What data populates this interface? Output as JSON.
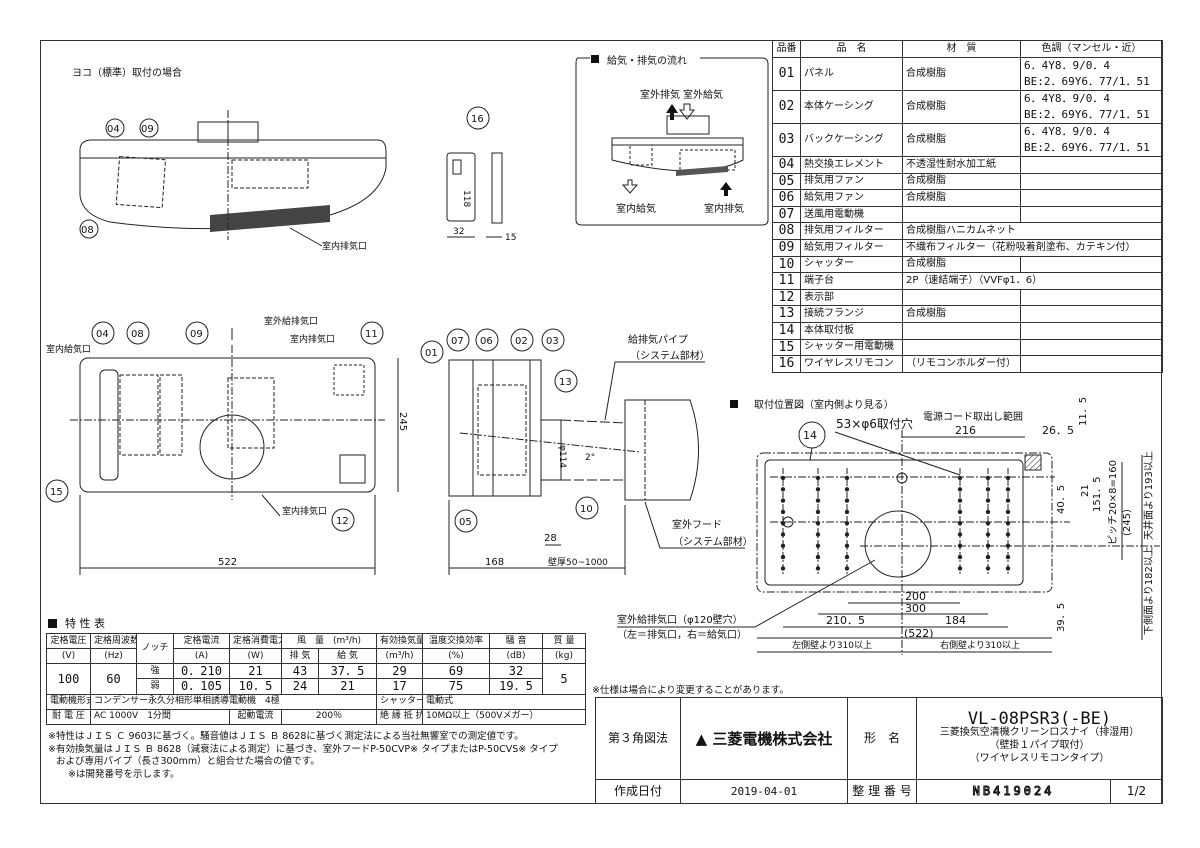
{
  "parts_table": {
    "headers": [
      "品番",
      "品　名",
      "材　質",
      "色調（マンセル・近）"
    ],
    "rows": [
      {
        "no": "01",
        "name": "パネル",
        "material": "合成樹脂",
        "color": [
          "6．4Y8．9/0．4",
          "BE:2．69Y6．77/1．51"
        ]
      },
      {
        "no": "02",
        "name": "本体ケーシング",
        "material": "合成樹脂",
        "color": [
          "6．4Y8．9/0．4",
          "BE:2．69Y6．77/1．51"
        ]
      },
      {
        "no": "03",
        "name": "バックケーシング",
        "material": "合成樹脂",
        "color": [
          "6．4Y8．9/0．4",
          "BE:2．69Y6．77/1．51"
        ]
      },
      {
        "no": "04",
        "name": "熱交換エレメント",
        "material": "不透湿性耐水加工紙",
        "color": []
      },
      {
        "no": "05",
        "name": "排気用ファン",
        "material": "合成樹脂",
        "color": []
      },
      {
        "no": "06",
        "name": "給気用ファン",
        "material": "合成樹脂",
        "color": []
      },
      {
        "no": "07",
        "name": "送風用電動機",
        "material": "",
        "color": []
      },
      {
        "no": "08",
        "name": "排気用フィルター",
        "material": "合成樹脂ハニカムネット",
        "span": true,
        "color": []
      },
      {
        "no": "09",
        "name": "給気用フィルター",
        "material": "不織布フィルター（花粉吸着剤塗布、カテキン付）",
        "span": true,
        "color": []
      },
      {
        "no": "10",
        "name": "シャッター",
        "material": "合成樹脂",
        "color": []
      },
      {
        "no": "11",
        "name": "端子台",
        "material": "2P（速結端子）（VVFφ1．6）",
        "span": true,
        "color": []
      },
      {
        "no": "12",
        "name": "表示部",
        "material": "",
        "color": []
      },
      {
        "no": "13",
        "name": "接続フランジ",
        "material": "合成樹脂",
        "color": []
      },
      {
        "no": "14",
        "name": "本体取付板",
        "material": "",
        "color": []
      },
      {
        "no": "15",
        "name": "シャッター用電動機",
        "material": "",
        "color": []
      },
      {
        "no": "16",
        "name": "ワイヤレスリモコン",
        "material": "（リモコンホルダー付）",
        "color": []
      }
    ]
  },
  "spec": {
    "title": "特 性 表",
    "headers": {
      "voltage": [
        "定格電圧",
        "(V)"
      ],
      "freq": [
        "定格周波数",
        "(Hz)"
      ],
      "notch": "ノッチ",
      "current": [
        "定格電流",
        "(A)"
      ],
      "power": [
        "定格消費電力",
        "(W)"
      ],
      "airflow": "風　量　(m³/h)",
      "exhaust": "排 気",
      "supply": "給 気",
      "effective": [
        "有効換気量",
        "(m³/h)"
      ],
      "efficiency": [
        "温度交換効率",
        "(%)"
      ],
      "noise": [
        "騒 音",
        "(dB)"
      ],
      "mass": [
        "質 量",
        "(kg)"
      ]
    },
    "voltage": "100",
    "freq": "60",
    "mass": "5",
    "rows": [
      {
        "notch": "強",
        "current": "0．210",
        "power": "21",
        "exhaust": "43",
        "supply": "37．5",
        "effective": "29",
        "efficiency": "69",
        "noise": "32"
      },
      {
        "notch": "弱",
        "current": "0．105",
        "power": "10．5",
        "exhaust": "24",
        "supply": "21",
        "effective": "17",
        "efficiency": "75",
        "noise": "19．5"
      }
    ],
    "motor_label": "電動機形式",
    "motor": "コンデンサー永久分相形単相誘導電動機　4極",
    "shutter_label": "シャッター形式",
    "shutter": "電動式",
    "withstand_label": "耐 電 圧",
    "withstand": "AC 1000V　1分間",
    "start_label": "起動電流",
    "start": "200％",
    "insulation_label": "絶 縁 抵 抗",
    "insulation": "10MΩ以上（500Vメガー）",
    "notes": [
      "※特性はＪＩＳ Ｃ 9603に基づく。騒音値はＪＩＳ Ｂ 8628に基づく測定法による当社無響室での測定値です。",
      "※有効換気量はＪＩＳ Ｂ 8628（減衰法による測定）に基づき、室外フードP-50CVP※ タイプまたはP-50CVS※ タイプ",
      "および専用パイプ（長さ300mm）と組合せた場合の値です。",
      "※は開発番号を示します。"
    ]
  },
  "spec_change_note": "※仕様は場合により変更することがあります。",
  "title_block": {
    "projection": "第３角図法",
    "company": "三菱電機株式会社",
    "model_label": "形　名",
    "model": "VL-08PSR3(-BE)",
    "product_lines": [
      "三菱換気空清機クリーンロスナイ（排湿用）",
      "（壁掛１パイプ取付）",
      "（ワイヤレスリモコンタイプ）"
    ],
    "date_label": "作成日付",
    "date": "2019-04-01",
    "number_label": "整 理 番 号",
    "number": "NB419024",
    "page": "1/2"
  },
  "top_view": {
    "title": "ヨコ（標準）取付の場合",
    "indoor_exhaust": "室内排気口",
    "balloons": [
      "04",
      "09",
      "08",
      "16"
    ],
    "dims": {
      "w32": "32",
      "w15": "15",
      "h118": "118"
    }
  },
  "flow": {
    "title": "給気・排気の流れ",
    "outdoor_exhaust": "室外排気",
    "outdoor_supply": "室外給気",
    "indoor_supply": "室内給気",
    "indoor_exhaust": "室内排気"
  },
  "front_view": {
    "indoor_supply_port": "室内給気口",
    "outdoor_port": "室外給排気口",
    "indoor_exhaust_top": "室内排気口",
    "indoor_exhaust_bottom": "室内排気口",
    "balloons": [
      "04",
      "08",
      "09",
      "11",
      "15",
      "12"
    ],
    "width": "522",
    "height": "245"
  },
  "side_view": {
    "balloons": [
      "01",
      "07",
      "06",
      "02",
      "03",
      "13",
      "10",
      "05"
    ],
    "pipe_label": [
      "給排気パイプ",
      "（システム部材）"
    ],
    "hood_label": [
      "室外フード",
      "（システム部材）"
    ],
    "d168": "168",
    "d28": "28",
    "wall": "壁厚50~1000",
    "d114": "φ114",
    "angle": "2°"
  },
  "mount_view": {
    "title": "取付位置図（室内側より見る）",
    "holes": "53×φ6取付穴",
    "cord": "電源コード取出し範囲",
    "balloon": "14",
    "dims": {
      "d216": "216",
      "d26_5": "26．5",
      "d11_5": "11．5",
      "d21": "21",
      "d40_5": "40．5",
      "d151_5": "151．5",
      "pitch": "ピッチ20×8=160",
      "d245": "(245)",
      "ceiling": "天井面より193以上",
      "d39_5": "39．5",
      "floor": "下側面より182以上",
      "d200": "200",
      "d300": "300",
      "d210_5": "210．5",
      "d184": "184",
      "d522": "(522)",
      "left": "左側壁より310以上",
      "right": "右側壁より310以上"
    },
    "wall_hole": [
      "室外給排気口（φ120壁穴）",
      "（左＝排気口，右＝給気口）"
    ]
  }
}
